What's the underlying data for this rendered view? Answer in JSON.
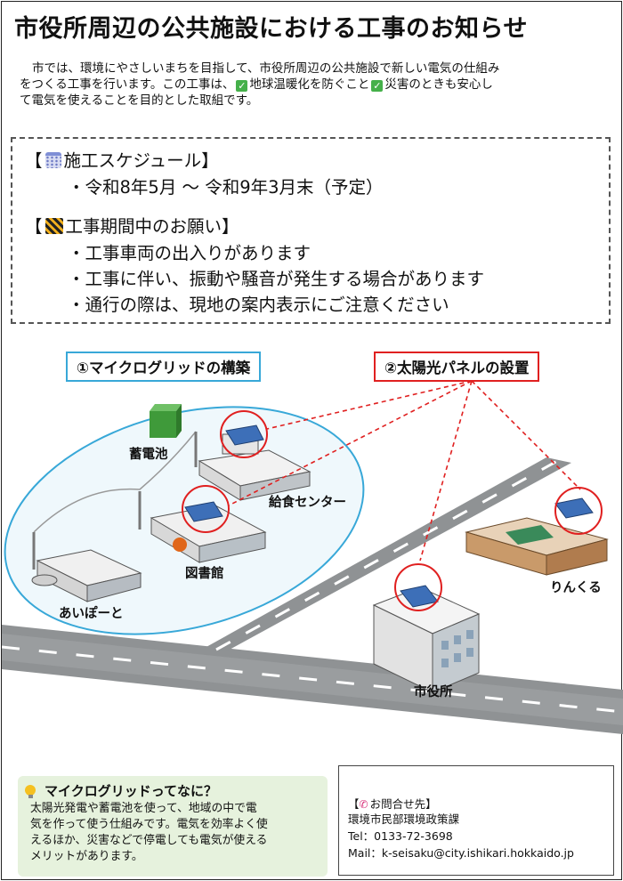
{
  "title": "市役所周辺の公共施設における工事のお知らせ",
  "intro": {
    "line1": "市では、環境にやさしいまちを目指して、市役所周辺の公共施設で新しい電気の仕組み",
    "line2": "をつくる工事を行います。この工事は、",
    "purpose1": "地球温暖化を防ぐこと",
    "purpose2": "災害のときも安心し",
    "line3": "て電気を使えることを目的とした取組です。",
    "check_icon": "check-icon"
  },
  "schedule": {
    "heading_open": "【",
    "heading_label": "施工スケジュール",
    "heading_close": "】",
    "heading_icon": "calendar-icon",
    "period": "・令和8年5月 〜 令和9年3月末（予定）",
    "requests_open": "【",
    "requests_label": "工事期間中のお願い",
    "requests_close": "】",
    "requests_icon": "construction-icon",
    "requests": [
      "・工事車両の出入りがあります",
      "・工事に伴い、振動や騒音が発生する場合があります",
      "・通行の際は、現地の案内表示にご注意ください"
    ]
  },
  "illustration": {
    "microgrid_label": "①マイクログリッドの構築",
    "solar_label": "②太陽光パネルの設置",
    "battery": "蓄電池",
    "kyushoku": "給食センター",
    "library": "図書館",
    "aipoto": "あいぽーと",
    "city_hall": "市役所",
    "rinkuru": "りんくる",
    "colors": {
      "microgrid": "#38a8d8",
      "solar": "#e02020",
      "battery": "#3f9a3a"
    }
  },
  "faq": {
    "title": "マイクログリッドってなに？",
    "icon": "lightbulb-icon",
    "lines": [
      "太陽光発電や蓄電池を使って、地域の中で電",
      "気を作って使う仕組みです。電気を効率よく使",
      "えるほか、災害などで停電しても電気が使える",
      "メリットがあります。"
    ]
  },
  "contact": {
    "heading_open": "【",
    "heading_label": "お問合せ先",
    "heading_close": "】",
    "icon": "phone-icon",
    "dept": "環境市民部環境政策課",
    "tel": "Tel：0133-72-3698",
    "mail": "Mail：k-seisaku@city.ishikari.hokkaido.jp"
  }
}
